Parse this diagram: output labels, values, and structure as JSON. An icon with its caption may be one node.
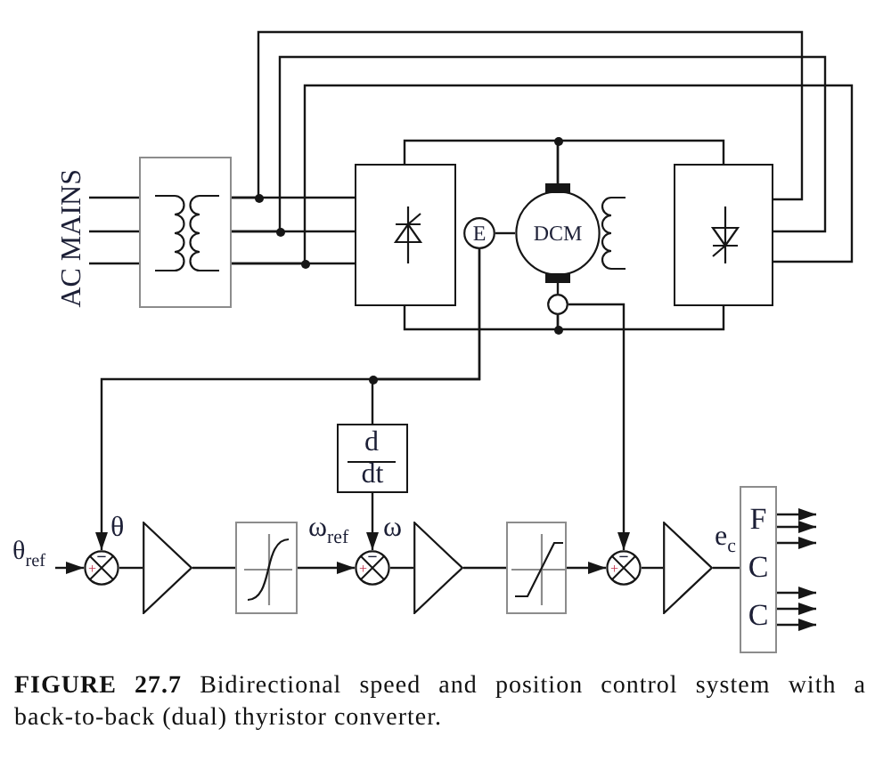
{
  "diagram": {
    "caption": "**FIGURE 27.7** Bidirectional speed and position control system with a back-to-back (dual) thyristor converter.",
    "nodes": [
      {
        "text": [
          "AC MAINS"
        ]
      },
      {
        "text": [],
        "shape": "box"
      },
      {
        "text": [],
        "shape": "box"
      },
      {
        "text": [
          "E"
        ]
      },
      {
        "text": [
          "DCM"
        ]
      },
      {
        "text": [],
        "shape": "box"
      },
      {
        "text": [],
        "shape": "circle"
      },
      {
        "text": [
          "d",
          "dt"
        ]
      },
      {
        "text": [
          "θ$_{ref}$"
        ]
      },
      {
        "text": [
          "−",
          "+"
        ]
      },
      {
        "text": [],
        "shape": "triangle"
      },
      {
        "text": [],
        "shape": "box"
      },
      {
        "text": [
          "−",
          "+"
        ]
      },
      {
        "text": [],
        "shape": "triangle"
      },
      {
        "text": [],
        "shape": "box"
      },
      {
        "text": [
          "−",
          "+"
        ]
      },
      {
        "text": [],
        "shape": "triangle"
      },
      {
        "text": [
          "F C C"
        ]
      }
    ],
    "edges": [
      {
        "from": 0,
        "to": 1,
        "arrow": "none"
      },
      {
        "from": 0,
        "to": 1,
        "arrow": "none"
      },
      {
        "from": 0,
        "to": 1,
        "arrow": "none"
      },
      {
        "from": 1,
        "to": 2,
        "arrow": "none"
      },
      {
        "from": 1,
        "to": 2,
        "arrow": "none"
      },
      {
        "from": 1,
        "to": 2,
        "arrow": "none"
      },
      {
        "from": 1,
        "to": 5,
        "arrow": "none"
      },
      {
        "from": 1,
        "to": 5,
        "arrow": "none"
      },
      {
        "from": 1,
        "to": 5,
        "arrow": "none"
      },
      {
        "from": 2,
        "to": 4,
        "arrow": "none"
      },
      {
        "from": 5,
        "to": 4,
        "arrow": "none"
      },
      {
        "from": 3,
        "to": 4,
        "arrow": "none"
      },
      {
        "from": 4,
        "to": 6,
        "arrow": "none"
      },
      {
        "from": 6,
        "to": 2,
        "arrow": "none"
      },
      {
        "from": 6,
        "to": 5,
        "arrow": "none"
      },
      {
        "from": 3,
        "to": 9,
        "arrow": "to",
        "label": "θ"
      },
      {
        "from": 3,
        "to": 7,
        "arrow": "none"
      },
      {
        "from": 7,
        "to": 12,
        "arrow": "to",
        "label": "ω"
      },
      {
        "from": 6,
        "to": 15,
        "arrow": "to"
      },
      {
        "from": 8,
        "to": 9,
        "arrow": "to"
      },
      {
        "from": 9,
        "to": 10,
        "arrow": "none"
      },
      {
        "from": 10,
        "to": 11,
        "arrow": "none"
      },
      {
        "from": 11,
        "to": 12,
        "arrow": "to",
        "label": "ω$_{ref}$"
      },
      {
        "from": 12,
        "to": 13,
        "arrow": "none"
      },
      {
        "from": 13,
        "to": 14,
        "arrow": "none"
      },
      {
        "from": 14,
        "to": 15,
        "arrow": "to"
      },
      {
        "from": 15,
        "to": 16,
        "arrow": "none"
      },
      {
        "from": 16,
        "to": 17,
        "arrow": "none",
        "label": "e$_{c}$"
      },
      {
        "from": 17,
        "to": null,
        "arrow": "to"
      },
      {
        "from": 17,
        "to": null,
        "arrow": "to"
      },
      {
        "from": 17,
        "to": null,
        "arrow": "to"
      },
      {
        "from": 17,
        "to": null,
        "arrow": "to"
      },
      {
        "from": 17,
        "to": null,
        "arrow": "to"
      },
      {
        "from": 17,
        "to": null,
        "arrow": "to"
      }
    ]
  }
}
